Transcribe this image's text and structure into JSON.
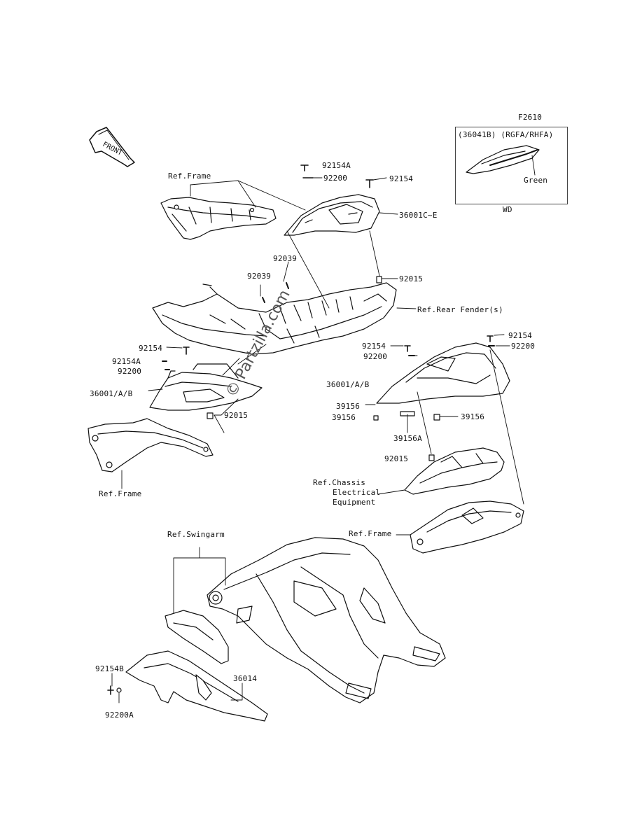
{
  "figure_code": "F2610",
  "front_label": "FRONT",
  "watermark": "© Partzilla.com",
  "inset": {
    "title": "(36041B) (RGFA/RHFA)",
    "color_label": "Green",
    "caption": "WD"
  },
  "labels": {
    "ref_frame_top": "Ref.Frame",
    "p92154A_top": "92154A",
    "p92200_top": "92200",
    "p92154_top": "92154",
    "p36001C_E": "36001C~E",
    "p92015_top": "92015",
    "p92039_a": "92039",
    "p92039_b": "92039",
    "ref_rear_fender": "Ref.Rear Fender(s)",
    "p92154_left": "92154",
    "p92154A_left": "92154A",
    "p92200_left": "92200",
    "p36001_A_B_left": "36001/A/B",
    "p92015_left": "92015",
    "ref_frame_left": "Ref.Frame",
    "p92154_mid": "92154",
    "p92200_mid": "92200",
    "p92154_right": "92154",
    "p92200_right": "92200",
    "p36001_A_B_right": "36001/A/B",
    "p39156_a": "39156",
    "p39156_b": "39156",
    "p39156_c": "39156",
    "p39156A": "39156A",
    "p92015_right": "92015",
    "ref_chassis_1": "Ref.Chassis",
    "ref_chassis_2": "Electrical",
    "ref_chassis_3": "Equipment",
    "ref_frame_right": "Ref.Frame",
    "ref_swingarm": "Ref.Swingarm",
    "p92154B": "92154B",
    "p36014": "36014",
    "p92200A": "92200A"
  }
}
